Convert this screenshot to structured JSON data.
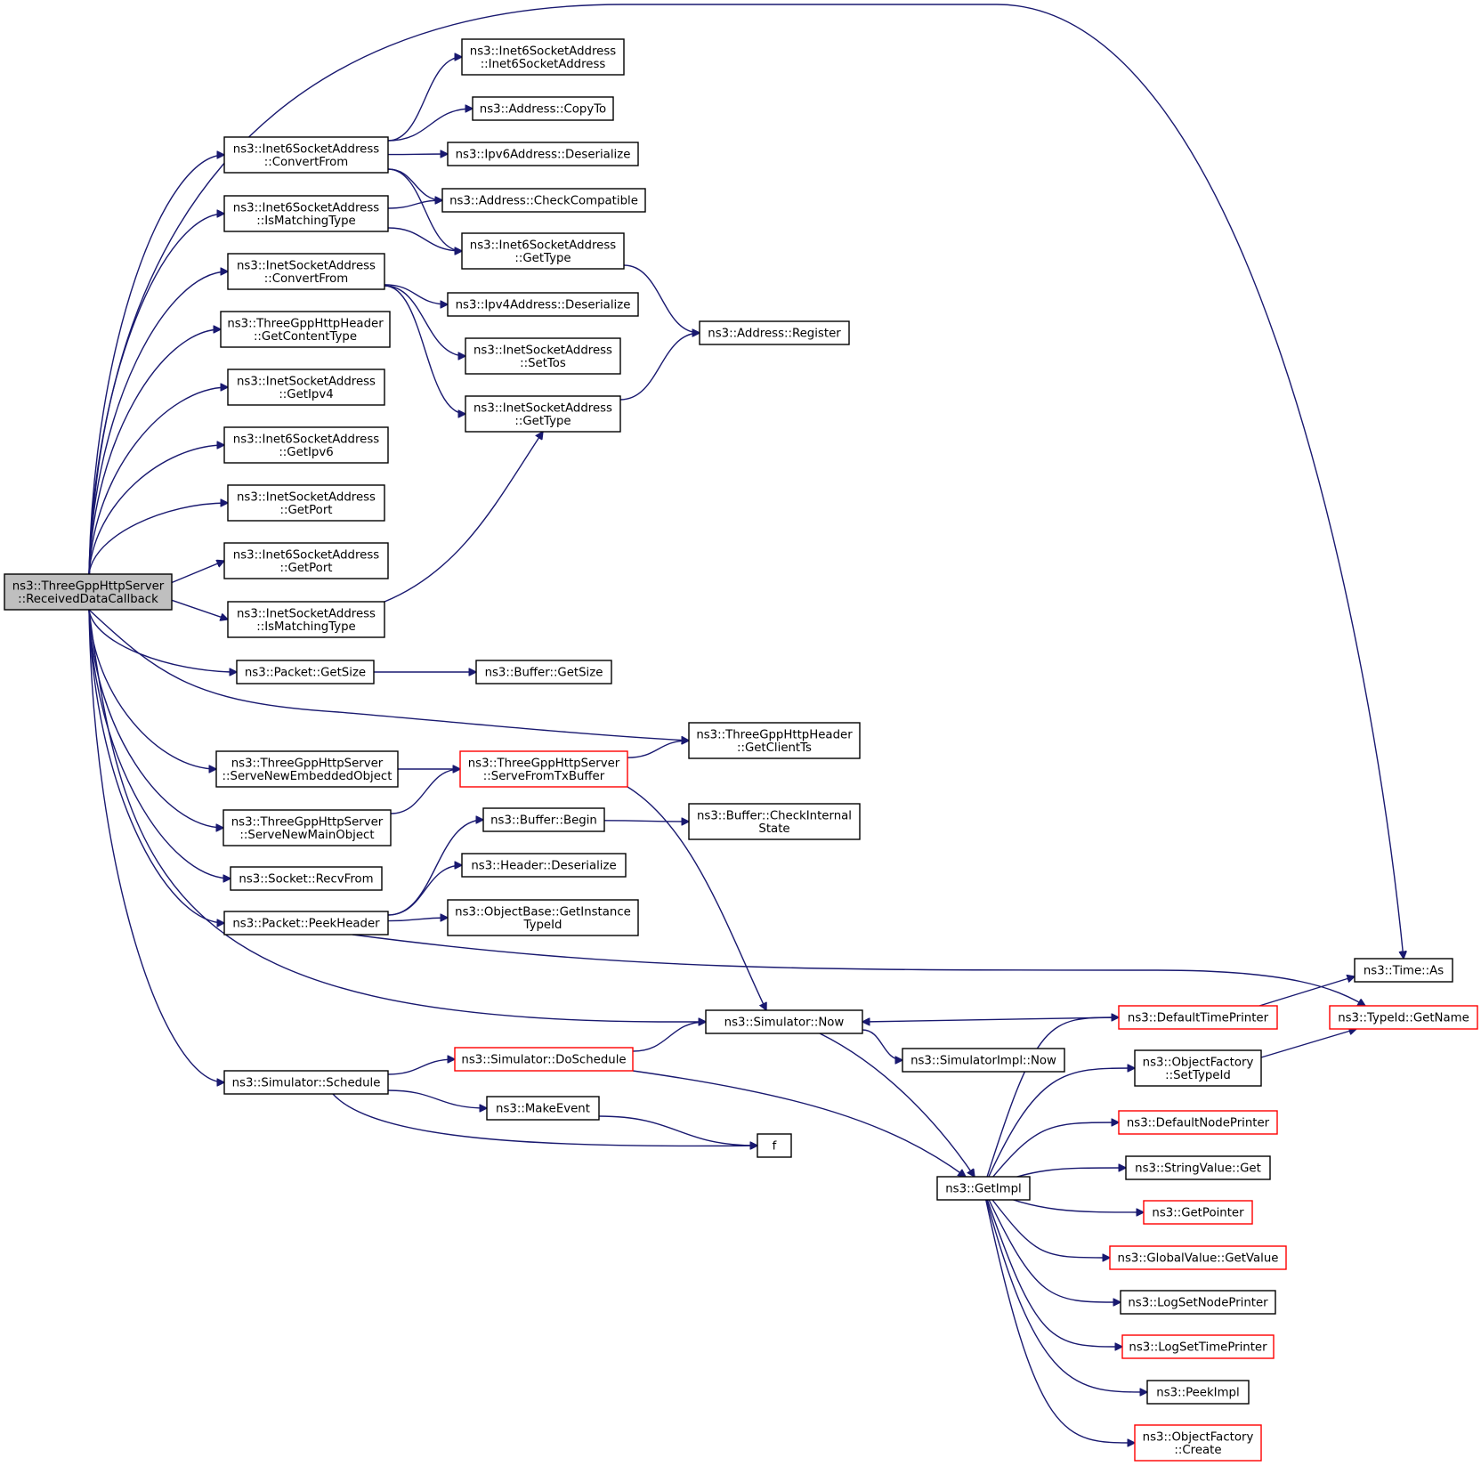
{
  "diagram": {
    "type": "call-graph",
    "nodes": [
      {
        "id": "root",
        "lines": [
          "ns3::ThreeGppHttpServer",
          "::ReceivedDataCallback"
        ],
        "style": "root"
      },
      {
        "id": "timeAs",
        "lines": [
          "ns3::Time::As"
        ],
        "style": "normal"
      },
      {
        "id": "i6ConvertFrom",
        "lines": [
          "ns3::Inet6SocketAddress",
          "::ConvertFrom"
        ],
        "style": "normal"
      },
      {
        "id": "i6IsMatching",
        "lines": [
          "ns3::Inet6SocketAddress",
          "::IsMatchingType"
        ],
        "style": "normal"
      },
      {
        "id": "i4ConvertFrom",
        "lines": [
          "ns3::InetSocketAddress",
          "::ConvertFrom"
        ],
        "style": "normal"
      },
      {
        "id": "hdrContentType",
        "lines": [
          "ns3::ThreeGppHttpHeader",
          "::GetContentType"
        ],
        "style": "normal"
      },
      {
        "id": "i4GetIpv4",
        "lines": [
          "ns3::InetSocketAddress",
          "::GetIpv4"
        ],
        "style": "normal"
      },
      {
        "id": "i6GetIpv6",
        "lines": [
          "ns3::Inet6SocketAddress",
          "::GetIpv6"
        ],
        "style": "normal"
      },
      {
        "id": "i4GetPort",
        "lines": [
          "ns3::InetSocketAddress",
          "::GetPort"
        ],
        "style": "normal"
      },
      {
        "id": "i6GetPort",
        "lines": [
          "ns3::Inet6SocketAddress",
          "::GetPort"
        ],
        "style": "normal"
      },
      {
        "id": "i4IsMatching",
        "lines": [
          "ns3::InetSocketAddress",
          "::IsMatchingType"
        ],
        "style": "normal"
      },
      {
        "id": "pktGetSize",
        "lines": [
          "ns3::Packet::GetSize"
        ],
        "style": "normal"
      },
      {
        "id": "hdrClientTs",
        "lines": [
          "ns3::ThreeGppHttpHeader",
          "::GetClientTs"
        ],
        "style": "normal"
      },
      {
        "id": "serveEmbedded",
        "lines": [
          "ns3::ThreeGppHttpServer",
          "::ServeNewEmbeddedObject"
        ],
        "style": "normal"
      },
      {
        "id": "serveMain",
        "lines": [
          "ns3::ThreeGppHttpServer",
          "::ServeNewMainObject"
        ],
        "style": "normal"
      },
      {
        "id": "recvFrom",
        "lines": [
          "ns3::Socket::RecvFrom"
        ],
        "style": "normal"
      },
      {
        "id": "peekHeader",
        "lines": [
          "ns3::Packet::PeekHeader"
        ],
        "style": "normal"
      },
      {
        "id": "simNow",
        "lines": [
          "ns3::Simulator::Now"
        ],
        "style": "normal"
      },
      {
        "id": "simSchedule",
        "lines": [
          "ns3::Simulator::Schedule"
        ],
        "style": "normal"
      },
      {
        "id": "i6Ctor",
        "lines": [
          "ns3::Inet6SocketAddress",
          "::Inet6SocketAddress"
        ],
        "style": "normal"
      },
      {
        "id": "addrCopyTo",
        "lines": [
          "ns3::Address::CopyTo"
        ],
        "style": "normal"
      },
      {
        "id": "ipv6Deser",
        "lines": [
          "ns3::Ipv6Address::Deserialize"
        ],
        "style": "normal"
      },
      {
        "id": "addrCheckCompat",
        "lines": [
          "ns3::Address::CheckCompatible"
        ],
        "style": "normal"
      },
      {
        "id": "i6GetType",
        "lines": [
          "ns3::Inet6SocketAddress",
          "::GetType"
        ],
        "style": "normal"
      },
      {
        "id": "ipv4Deser",
        "lines": [
          "ns3::Ipv4Address::Deserialize"
        ],
        "style": "normal"
      },
      {
        "id": "i4SetTos",
        "lines": [
          "ns3::InetSocketAddress",
          "::SetTos"
        ],
        "style": "normal"
      },
      {
        "id": "i4GetType",
        "lines": [
          "ns3::InetSocketAddress",
          "::GetType"
        ],
        "style": "normal"
      },
      {
        "id": "bufGetSize",
        "lines": [
          "ns3::Buffer::GetSize"
        ],
        "style": "normal"
      },
      {
        "id": "serveFromTx",
        "lines": [
          "ns3::ThreeGppHttpServer",
          "::ServeFromTxBuffer"
        ],
        "style": "red"
      },
      {
        "id": "bufBegin",
        "lines": [
          "ns3::Buffer::Begin"
        ],
        "style": "normal"
      },
      {
        "id": "hdrDeser",
        "lines": [
          "ns3::Header::Deserialize"
        ],
        "style": "normal"
      },
      {
        "id": "objGetInstTid",
        "lines": [
          "ns3::ObjectBase::GetInstance",
          "TypeId"
        ],
        "style": "normal"
      },
      {
        "id": "simDoSchedule",
        "lines": [
          "ns3::Simulator::DoSchedule"
        ],
        "style": "red"
      },
      {
        "id": "makeEvent",
        "lines": [
          "ns3::MakeEvent"
        ],
        "style": "normal"
      },
      {
        "id": "fNode",
        "lines": [
          "f"
        ],
        "style": "normal"
      },
      {
        "id": "addrRegister",
        "lines": [
          "ns3::Address::Register"
        ],
        "style": "normal"
      },
      {
        "id": "bufCheckInternal",
        "lines": [
          "ns3::Buffer::CheckInternal",
          "State"
        ],
        "style": "normal"
      },
      {
        "id": "simImplNow",
        "lines": [
          "ns3::SimulatorImpl::Now"
        ],
        "style": "normal"
      },
      {
        "id": "getImpl",
        "lines": [
          "ns3::GetImpl"
        ],
        "style": "normal"
      },
      {
        "id": "defTimePrinter",
        "lines": [
          "ns3::DefaultTimePrinter"
        ],
        "style": "red"
      },
      {
        "id": "objFactSetTid",
        "lines": [
          "ns3::ObjectFactory",
          "::SetTypeId"
        ],
        "style": "normal"
      },
      {
        "id": "defNodePrinter",
        "lines": [
          "ns3::DefaultNodePrinter"
        ],
        "style": "red"
      },
      {
        "id": "strValGet",
        "lines": [
          "ns3::StringValue::Get"
        ],
        "style": "normal"
      },
      {
        "id": "getPointer",
        "lines": [
          "ns3::GetPointer"
        ],
        "style": "red"
      },
      {
        "id": "globalValGet",
        "lines": [
          "ns3::GlobalValue::GetValue"
        ],
        "style": "red"
      },
      {
        "id": "logSetNode",
        "lines": [
          "ns3::LogSetNodePrinter"
        ],
        "style": "normal"
      },
      {
        "id": "logSetTime",
        "lines": [
          "ns3::LogSetTimePrinter"
        ],
        "style": "red"
      },
      {
        "id": "peekImpl",
        "lines": [
          "ns3::PeekImpl"
        ],
        "style": "normal"
      },
      {
        "id": "objFactCreate",
        "lines": [
          "ns3::ObjectFactory",
          "::Create"
        ],
        "style": "red"
      },
      {
        "id": "typeIdGetName",
        "lines": [
          "ns3::TypeId::GetName"
        ],
        "style": "red"
      }
    ],
    "edges": [
      [
        "root",
        "timeAs"
      ],
      [
        "root",
        "i6ConvertFrom"
      ],
      [
        "root",
        "i6IsMatching"
      ],
      [
        "root",
        "i4ConvertFrom"
      ],
      [
        "root",
        "hdrContentType"
      ],
      [
        "root",
        "i4GetIpv4"
      ],
      [
        "root",
        "i6GetIpv6"
      ],
      [
        "root",
        "i4GetPort"
      ],
      [
        "root",
        "i6GetPort"
      ],
      [
        "root",
        "i4IsMatching"
      ],
      [
        "root",
        "pktGetSize"
      ],
      [
        "root",
        "hdrClientTs"
      ],
      [
        "root",
        "serveEmbedded"
      ],
      [
        "root",
        "serveMain"
      ],
      [
        "root",
        "recvFrom"
      ],
      [
        "root",
        "peekHeader"
      ],
      [
        "root",
        "simNow"
      ],
      [
        "root",
        "simSchedule"
      ],
      [
        "i6ConvertFrom",
        "i6Ctor"
      ],
      [
        "i6ConvertFrom",
        "addrCopyTo"
      ],
      [
        "i6ConvertFrom",
        "ipv6Deser"
      ],
      [
        "i6ConvertFrom",
        "addrCheckCompat"
      ],
      [
        "i6ConvertFrom",
        "i6GetType"
      ],
      [
        "i6IsMatching",
        "addrCheckCompat"
      ],
      [
        "i6IsMatching",
        "i6GetType"
      ],
      [
        "i4ConvertFrom",
        "ipv4Deser"
      ],
      [
        "i4ConvertFrom",
        "i4SetTos"
      ],
      [
        "i4ConvertFrom",
        "i4GetType"
      ],
      [
        "i4IsMatching",
        "i4GetType"
      ],
      [
        "i6GetType",
        "addrRegister"
      ],
      [
        "i4GetType",
        "addrRegister"
      ],
      [
        "pktGetSize",
        "bufGetSize"
      ],
      [
        "serveEmbedded",
        "serveFromTx"
      ],
      [
        "serveMain",
        "serveFromTx"
      ],
      [
        "serveFromTx",
        "hdrClientTs"
      ],
      [
        "serveFromTx",
        "simNow"
      ],
      [
        "peekHeader",
        "bufBegin"
      ],
      [
        "peekHeader",
        "hdrDeser"
      ],
      [
        "peekHeader",
        "objGetInstTid"
      ],
      [
        "peekHeader",
        "typeIdGetName"
      ],
      [
        "bufBegin",
        "bufCheckInternal"
      ],
      [
        "simSchedule",
        "simDoSchedule"
      ],
      [
        "simSchedule",
        "makeEvent"
      ],
      [
        "simSchedule",
        "fNode"
      ],
      [
        "makeEvent",
        "fNode"
      ],
      [
        "simDoSchedule",
        "simNow"
      ],
      [
        "simDoSchedule",
        "getImpl"
      ],
      [
        "simNow",
        "simImplNow"
      ],
      [
        "simNow",
        "getImpl"
      ],
      [
        "defTimePrinter",
        "simNow"
      ],
      [
        "defTimePrinter",
        "timeAs"
      ],
      [
        "objFactSetTid",
        "typeIdGetName"
      ],
      [
        "getImpl",
        "defTimePrinter"
      ],
      [
        "getImpl",
        "objFactSetTid"
      ],
      [
        "getImpl",
        "defNodePrinter"
      ],
      [
        "getImpl",
        "strValGet"
      ],
      [
        "getImpl",
        "getPointer"
      ],
      [
        "getImpl",
        "globalValGet"
      ],
      [
        "getImpl",
        "logSetNode"
      ],
      [
        "getImpl",
        "logSetTime"
      ],
      [
        "getImpl",
        "peekImpl"
      ],
      [
        "getImpl",
        "objFactCreate"
      ]
    ]
  }
}
